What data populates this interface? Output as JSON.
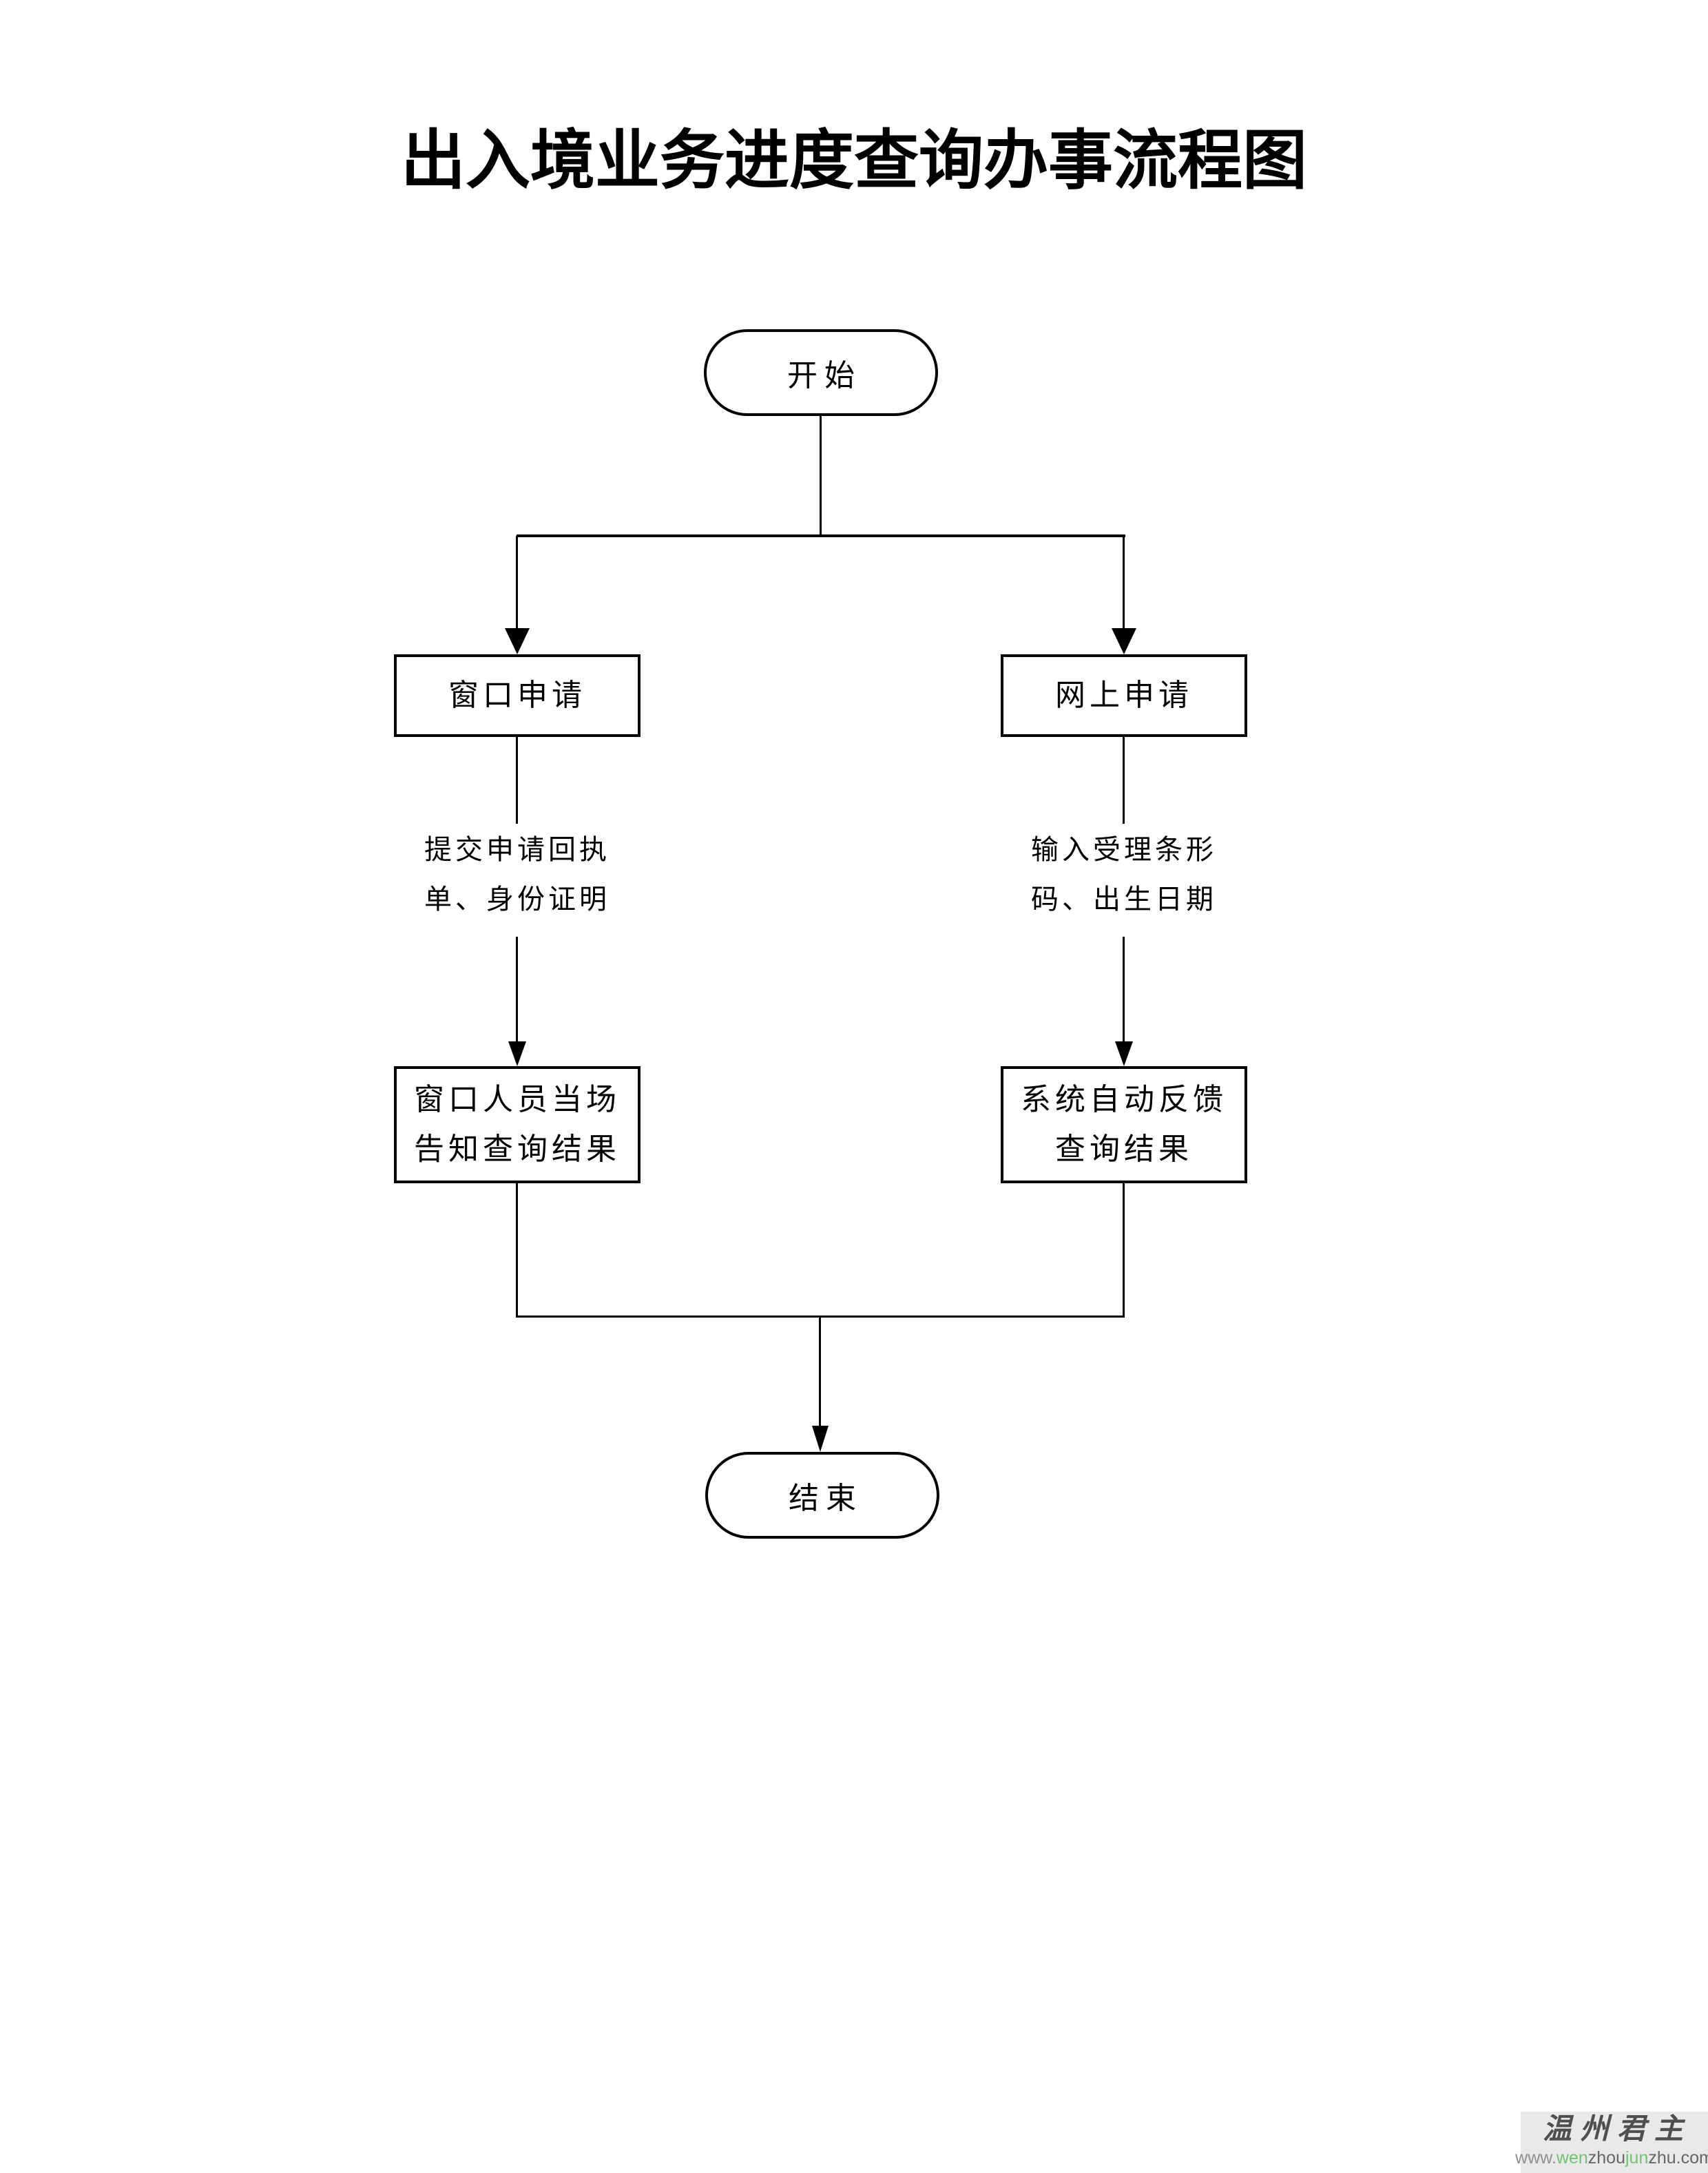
{
  "title": "出入境业务进度查询办事流程图",
  "flow": {
    "start_label": "开始",
    "end_label": "结束",
    "left_branch": {
      "step1": "窗口申请",
      "edge_line1": "提交申请回执",
      "edge_line2": "单、身份证明",
      "step2_line1": "窗口人员当场",
      "step2_line2": "告知查询结果"
    },
    "right_branch": {
      "step1": "网上申请",
      "edge_line1": "输入受理条形",
      "edge_line2": "码、出生日期",
      "step2_line1": "系统自动反馈",
      "step2_line2": "查询结果"
    }
  },
  "watermark": {
    "brand": "温州君主",
    "url_parts": {
      "p1": "www.",
      "p2": "wen",
      "p3": "zhou",
      "p4": "jun",
      "p5": "zhu",
      "p6": ".com"
    },
    "colors": {
      "green": "#72c472",
      "gray": "#8f8f8f",
      "dark_gray": "#666666",
      "brand_gray": "#4f4f4f",
      "background": "#e9e9e9"
    }
  }
}
